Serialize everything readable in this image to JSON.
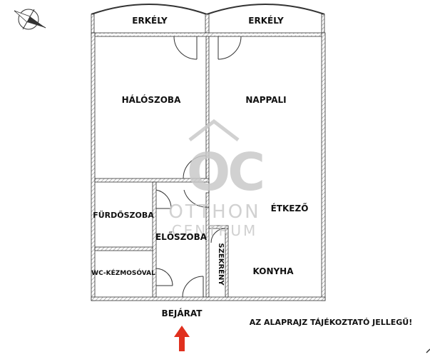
{
  "rooms": {
    "balcony_left": "ERKÉLY",
    "balcony_right": "ERKÉLY",
    "bedroom": "HÁLÓSZOBA",
    "living_room": "NAPPALI",
    "bathroom": "FÜRDŐSZOBA",
    "dining": "ÉTKEZŐ",
    "hall": "ELŐSZOBA",
    "wardrobe": "SZEKRÉNY",
    "wc": "WC-KÉZMOSÓVAL",
    "kitchen": "KONYHA"
  },
  "entrance": {
    "label": "BEJÁRAT"
  },
  "disclaimer": "AZ ALAPRAJZ TÁJÉKOZTATÓ JELLEGŰ!",
  "watermark": {
    "line1": "OTTHON",
    "line2": "CENTRUM"
  },
  "colors": {
    "wall": "#3a3a3a",
    "hatch": "#9a9a9a",
    "arrow": "#e0301e",
    "watermark": "#c9c9c9"
  }
}
